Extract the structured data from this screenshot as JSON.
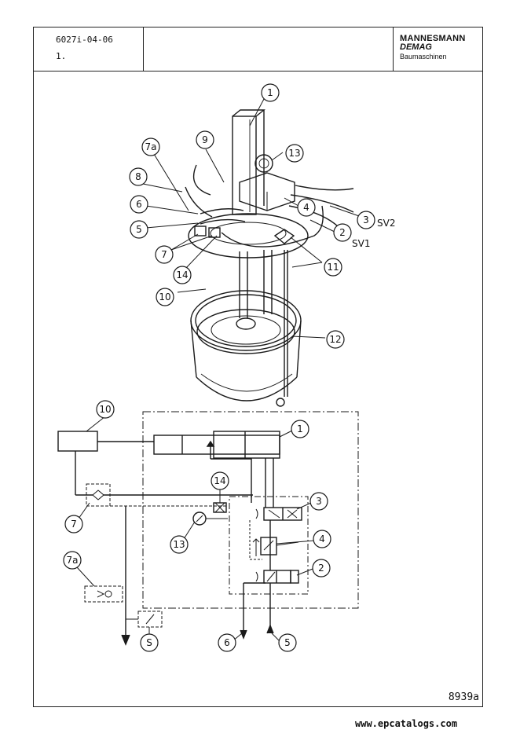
{
  "header": {
    "doc_number": "6027i-04-06",
    "doc_revision": "1.",
    "brand_line1": "MANNESMANN",
    "brand_line2": "DEMAG",
    "brand_line3": "Baumaschinen"
  },
  "figure_number": "8939a",
  "footer_url": "www.epcatalogs.com",
  "callouts": {
    "c1": "1",
    "c2": "2",
    "c3": "3",
    "c4": "4",
    "c5": "5",
    "c6": "6",
    "c7": "7",
    "c7a": "7a",
    "c8": "8",
    "c9": "9",
    "c10": "10",
    "c11": "11",
    "c12": "12",
    "c13": "13",
    "c14": "14",
    "cS": "S"
  },
  "valve_labels": {
    "sv1": "SV1",
    "sv2": "SV2"
  }
}
